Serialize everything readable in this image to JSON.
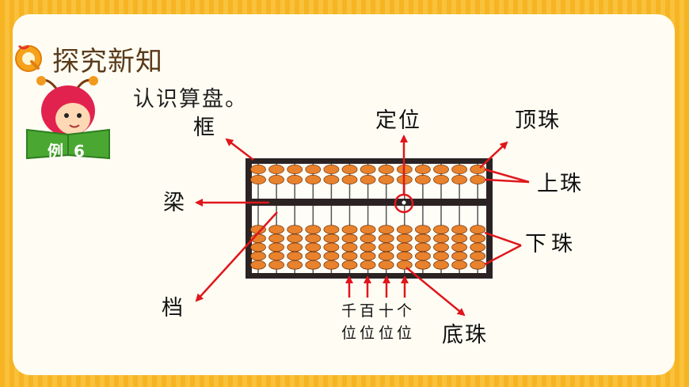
{
  "header": {
    "title": "探究新知"
  },
  "example": {
    "label": "例 6"
  },
  "intro": {
    "text": "认识算盘。"
  },
  "labels": {
    "frame": "框",
    "positioning_dot": "定位",
    "top_bead": "顶珠",
    "upper_beads": "上珠",
    "beam": "梁",
    "lower_beads": "下珠",
    "rod": "档",
    "bottom_bead": "底珠"
  },
  "place_values": {
    "row1": [
      "千",
      "百",
      "十",
      "个"
    ],
    "row2": [
      "位",
      "位",
      "位",
      "位"
    ]
  },
  "abacus": {
    "rods": 13,
    "upper_beads_per_rod": 2,
    "lower_beads_per_rod": 5
  },
  "colors": {
    "arrow": "#e0161c",
    "bead": "#e9822c",
    "frame": "#2b2323",
    "background": "#f7b92a"
  }
}
